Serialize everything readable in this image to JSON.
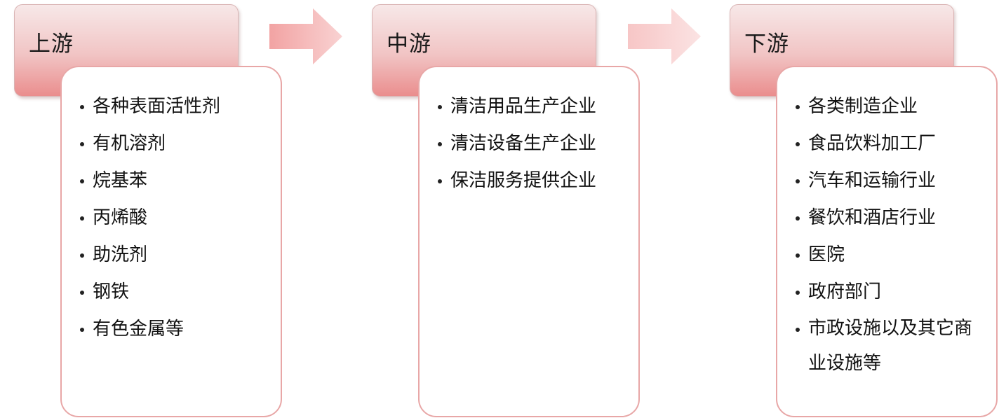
{
  "stages": [
    {
      "title": "上游",
      "items": [
        "各种表面活性剂",
        "有机溶剂",
        "烷基苯",
        "丙烯酸",
        "助洗剂",
        "钢铁",
        "有色金属等"
      ]
    },
    {
      "title": "中游",
      "items": [
        "清洁用品生产企业",
        "清洁设备生产企业",
        "保洁服务提供企业"
      ]
    },
    {
      "title": "下游",
      "items": [
        "各类制造企业",
        "食品饮料加工厂",
        "汽车和运输行业",
        "餐饮和酒店行业",
        "医院",
        "政府部门",
        "市政设施以及其它商业设施等"
      ]
    }
  ]
}
